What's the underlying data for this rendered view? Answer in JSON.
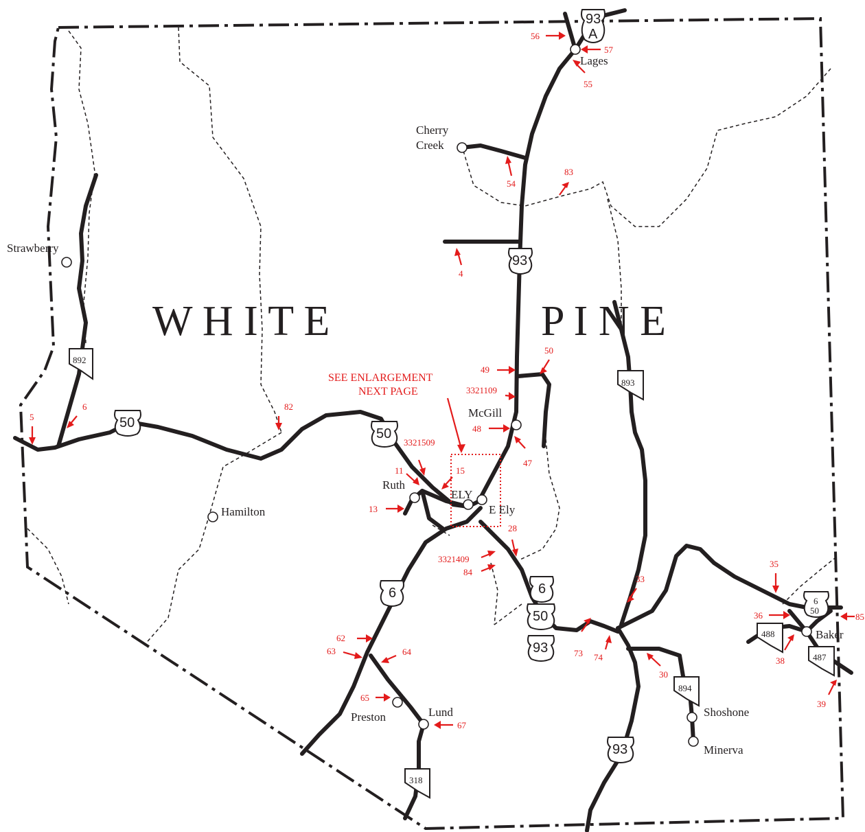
{
  "county_name_left": "W H I T E",
  "county_name_right": "P I N E",
  "enlargement_note": [
    "SEE ENLARGEMENT",
    "NEXT PAGE"
  ],
  "colors": {
    "road": "#231f20",
    "marker": "#e31b1b"
  },
  "towns": {
    "strawberry": "Strawberry",
    "cherry_creek_1": "Cherry",
    "cherry_creek_2": "Creek",
    "lages": "Lages",
    "mcgill": "McGill",
    "ruth": "Ruth",
    "ely": "ELY",
    "e_ely": "E Ely",
    "hamilton": "Hamilton",
    "preston": "Preston",
    "lund": "Lund",
    "shoshone": "Shoshone",
    "minerva": "Minerva",
    "baker": "Baker"
  },
  "shields": {
    "us93a_top": "93",
    "us93a_bottom": "A",
    "us93_north": "93",
    "us50_west": "50",
    "us50_central": "50",
    "us6_south": "6",
    "us6_east": "6",
    "us50_east": "50",
    "us93_east": "93",
    "us93_south": "93",
    "us6_baker": "6",
    "us50_baker": "50",
    "sr892": "892",
    "sr893": "893",
    "sr894": "894",
    "sr318": "318",
    "sr488": "488",
    "sr487": "487"
  },
  "markers": {
    "m56": "56",
    "m57": "57",
    "m55": "55",
    "m54": "54",
    "m83": "83",
    "m4": "4",
    "m50": "50",
    "m49": "49",
    "m3321109": "3321109",
    "m48": "48",
    "m47": "47",
    "m3321509": "3321509",
    "m11": "11",
    "m15": "15",
    "m13": "13",
    "m28": "28",
    "m3321409": "3321409",
    "m84": "84",
    "m82": "82",
    "m5": "5",
    "m6": "6",
    "m33": "33",
    "m73": "73",
    "m74": "74",
    "m30": "30",
    "m62": "62",
    "m63": "63",
    "m64": "64",
    "m65": "65",
    "m67": "67",
    "m35": "35",
    "m36": "36",
    "m38": "38",
    "m39": "39",
    "m85": "85"
  }
}
